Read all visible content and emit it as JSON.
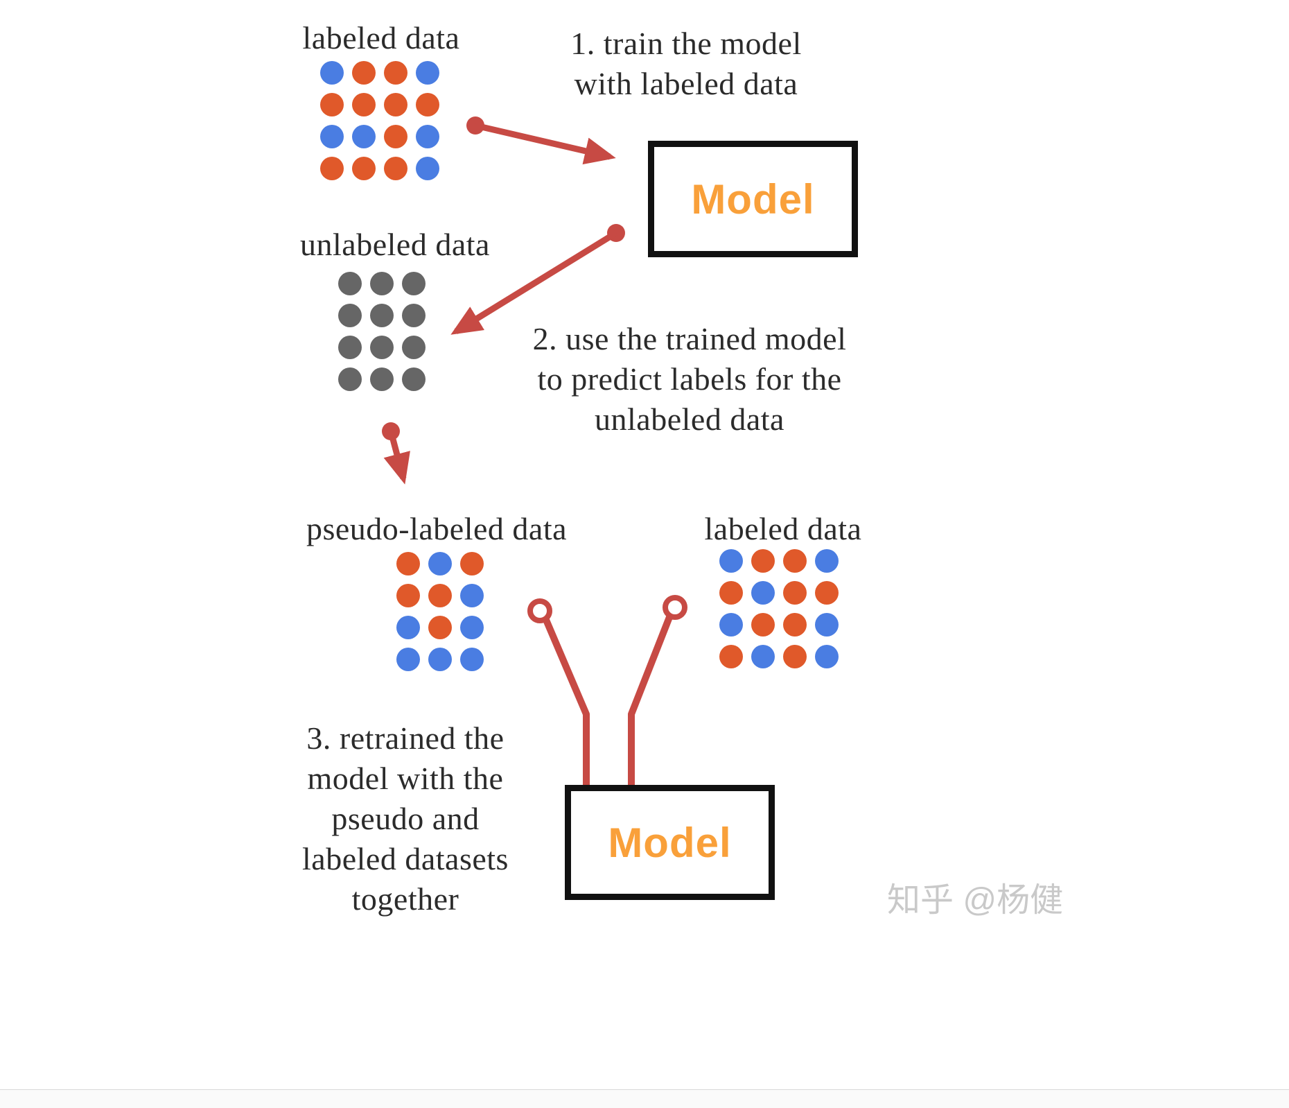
{
  "colors": {
    "blue": "#4a7de2",
    "orange": "#e0592a",
    "gray": "#666666",
    "arrow": "#c74a44",
    "model_text": "#f9a03a",
    "box_border": "#111111",
    "text": "#2b2b2b",
    "watermark": "#c9c9c9"
  },
  "diagram": {
    "labeled_top_title": "labeled data",
    "unlabeled_title": "unlabeled data",
    "pseudo_title": "pseudo-labeled data",
    "labeled_right_title": "labeled data",
    "step1": "1. train the model\nwith labeled data",
    "step2": "2. use the trained model\nto predict labels for the\nunlabeled data",
    "step3": "3. retrained the\nmodel with the\npseudo and\nlabeled datasets\ntogether",
    "model1_label": "Model",
    "model2_label": "Model",
    "grids": {
      "labeled_top": [
        [
          "blue",
          "orange",
          "orange",
          "blue"
        ],
        [
          "orange",
          "orange",
          "orange",
          "orange"
        ],
        [
          "blue",
          "blue",
          "orange",
          "blue"
        ],
        [
          "orange",
          "orange",
          "orange",
          "blue"
        ]
      ],
      "unlabeled": [
        [
          "gray",
          "gray",
          "gray"
        ],
        [
          "gray",
          "gray",
          "gray"
        ],
        [
          "gray",
          "gray",
          "gray"
        ],
        [
          "gray",
          "gray",
          "gray"
        ]
      ],
      "pseudo": [
        [
          "orange",
          "blue",
          "orange"
        ],
        [
          "orange",
          "orange",
          "blue"
        ],
        [
          "blue",
          "orange",
          "blue"
        ],
        [
          "blue",
          "blue",
          "blue"
        ]
      ],
      "labeled_right": [
        [
          "blue",
          "orange",
          "orange",
          "blue"
        ],
        [
          "orange",
          "blue",
          "orange",
          "orange"
        ],
        [
          "blue",
          "orange",
          "orange",
          "blue"
        ],
        [
          "orange",
          "blue",
          "orange",
          "blue"
        ]
      ]
    }
  },
  "watermark": "知乎 @杨健"
}
